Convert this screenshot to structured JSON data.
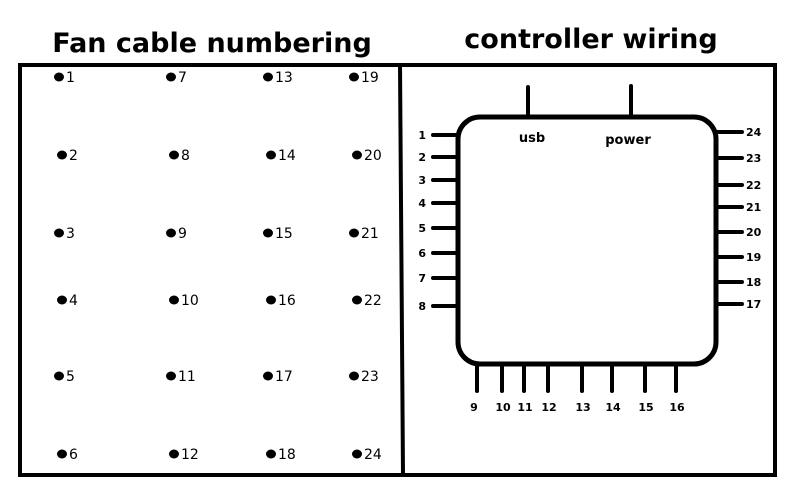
{
  "left_panel": {
    "title": "Fan cable numbering",
    "columns": [
      [
        "1",
        "2",
        "3",
        "4",
        "5",
        "6"
      ],
      [
        "7",
        "8",
        "9",
        "10",
        "11",
        "12"
      ],
      [
        "13",
        "14",
        "15",
        "16",
        "17",
        "18"
      ],
      [
        "19",
        "20",
        "21",
        "22",
        "23",
        "24"
      ]
    ]
  },
  "right_panel": {
    "title": "controller wiring",
    "ports": {
      "usb": "usb",
      "power": "power"
    },
    "left_pins": [
      "1",
      "2",
      "3",
      "4",
      "5",
      "6",
      "7",
      "8"
    ],
    "bottom_pins": [
      "9",
      "10",
      "11",
      "12",
      "13",
      "14",
      "15",
      "16"
    ],
    "right_pins": [
      "24",
      "23",
      "22",
      "21",
      "20",
      "19",
      "18",
      "17"
    ]
  }
}
